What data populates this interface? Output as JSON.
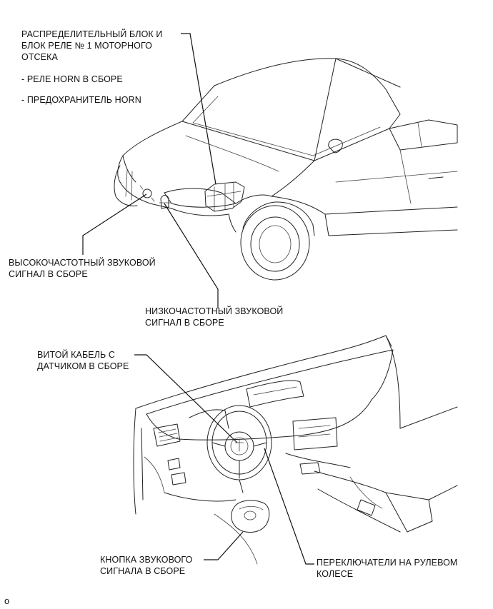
{
  "labels": {
    "relay_block": {
      "line1": "РАСПРЕДЕЛИТЕЛЬНЫЙ БЛОК И",
      "line2": "БЛОК РЕЛЕ № 1 МОТОРНОГО",
      "line3": "ОТСЕКА",
      "item1": "- РЕЛЕ HORN В СБОРЕ",
      "item2": "- ПРЕДОХРАНИТЕЛЬ HORN"
    },
    "high_horn": {
      "line1": "ВЫСОКОЧАСТОТНЫЙ ЗВУКОВОЙ",
      "line2": "СИГНАЛ В СБОРЕ"
    },
    "low_horn": {
      "line1": "НИЗКОЧАСТОТНЫЙ ЗВУКОВОЙ",
      "line2": "СИГНАЛ В СБОРЕ"
    },
    "spiral_cable": {
      "line1": "ВИТОЙ КАБЕЛЬ С",
      "line2": "ДАТЧИКОМ В СБОРЕ"
    },
    "horn_button": {
      "line1": "КНОПКА ЗВУКОВОГО",
      "line2": "СИГНАЛА В СБОРЕ"
    },
    "steering_switches": {
      "line1": "ПЕРЕКЛЮЧАТЕЛИ НА РУЛЕВОМ",
      "line2": "КОЛЕСЕ"
    }
  },
  "corner_mark": "o"
}
